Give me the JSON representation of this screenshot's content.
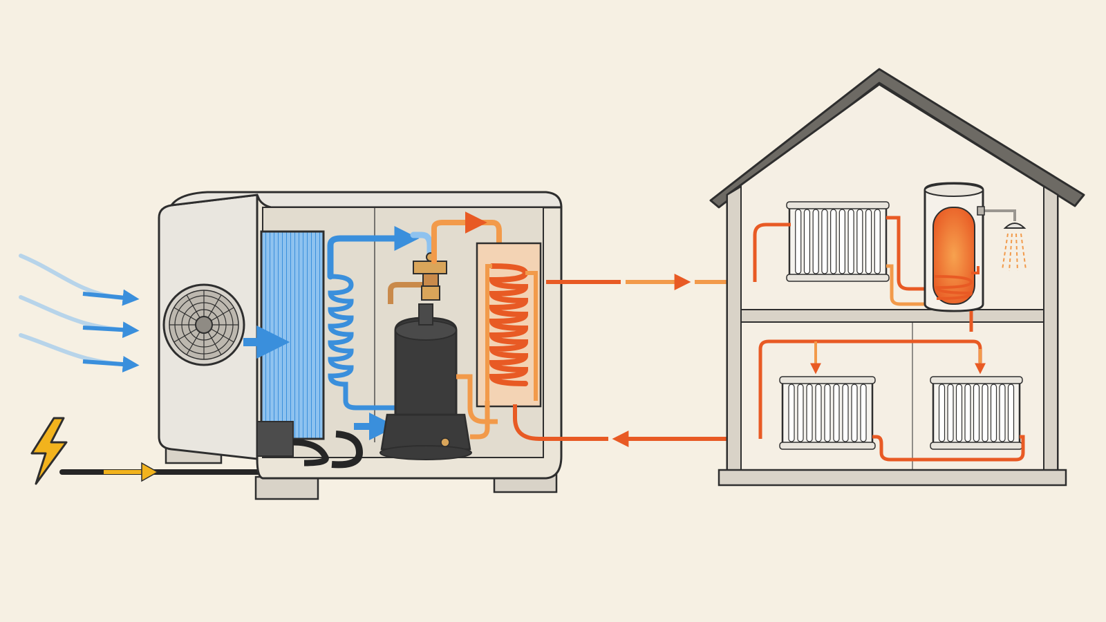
{
  "diagram": {
    "kind": "air-source heat pump system illustration",
    "labels": [],
    "components": [
      {
        "id": "incoming-air",
        "icon": "airflow-arrows-icon"
      },
      {
        "id": "power-supply",
        "icon": "lightning-bolt-icon"
      },
      {
        "id": "outdoor-unit",
        "parts": [
          "fan",
          "evaporator-coil",
          "compressor",
          "expansion-valve",
          "condenser-heat-exchanger",
          "control-box"
        ]
      },
      {
        "id": "flow-to-house"
      },
      {
        "id": "return-from-house"
      },
      {
        "id": "house",
        "parts": [
          "upstairs-radiator",
          "hot-water-cylinder",
          "shower",
          "downstairs-radiator-left",
          "downstairs-radiator-right"
        ]
      }
    ]
  },
  "colors": {
    "background": "#f6f0e3",
    "cold": "#3a8fdc",
    "cold_light": "#8ec2ef",
    "hot": "#e85a24",
    "hot_light": "#f29a4a",
    "electric": "#f2b31d",
    "casing": "#e9e6df",
    "outline": "#2e2e2e",
    "roof": "#6d6a64",
    "wall": "#d9d3c8",
    "compressor": "#3b3b3b",
    "cable": "#262626"
  }
}
